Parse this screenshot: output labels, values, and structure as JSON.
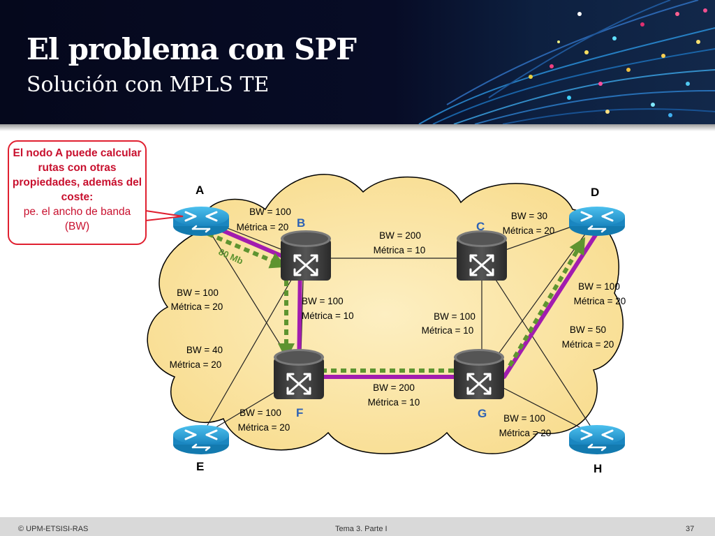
{
  "header": {
    "title": "El problema con SPF",
    "subtitle": "Solución con MPLS TE"
  },
  "callout": {
    "text_bold": "El nodo A puede calcular rutas con otras propiedades, además del coste:",
    "text_normal": "pe. el ancho de banda (BW)"
  },
  "diagram": {
    "nodes": {
      "A": "A",
      "B": "B",
      "C": "C",
      "D": "D",
      "E": "E",
      "F": "F",
      "G": "G",
      "H": "H"
    },
    "links": {
      "AB": {
        "bw": "BW = 100",
        "metric": "Métrica = 20"
      },
      "BC": {
        "bw": "BW = 200",
        "metric": "Métrica = 10"
      },
      "CD": {
        "bw": "BW = 30",
        "metric": "Métrica = 20"
      },
      "AF": {
        "bw": "BW = 100",
        "metric": "Métrica = 20"
      },
      "BE": {
        "bw": "BW = 40",
        "metric": "Métrica = 20"
      },
      "BF": {
        "bw": "BW = 100",
        "metric": "Métrica = 10"
      },
      "CG": {
        "bw": "BW = 100",
        "metric": "Métrica = 10"
      },
      "DG": {
        "bw": "BW = 100",
        "metric": "Métrica = 20"
      },
      "CH": {
        "bw": "BW = 50",
        "metric": "Métrica = 20"
      },
      "FG": {
        "bw": "BW = 200",
        "metric": "Métrica = 10"
      },
      "EF": {
        "bw": "BW = 100",
        "metric": "Métrica = 20"
      },
      "GH": {
        "bw": "BW = 100",
        "metric": "Métrica = 20"
      }
    },
    "path_label": "80 Mb",
    "colors": {
      "cloud_fill": "#fbe6a8",
      "spf_path": "#a21caf",
      "te_path": "#5e9430",
      "router_edge": "#2aa6d8",
      "router_core": "#3a3a3a",
      "callout_border": "#e02030"
    }
  },
  "footer": {
    "left": "© UPM-ETSISI-RAS",
    "center": "Tema 3. Parte I",
    "page": "37"
  }
}
